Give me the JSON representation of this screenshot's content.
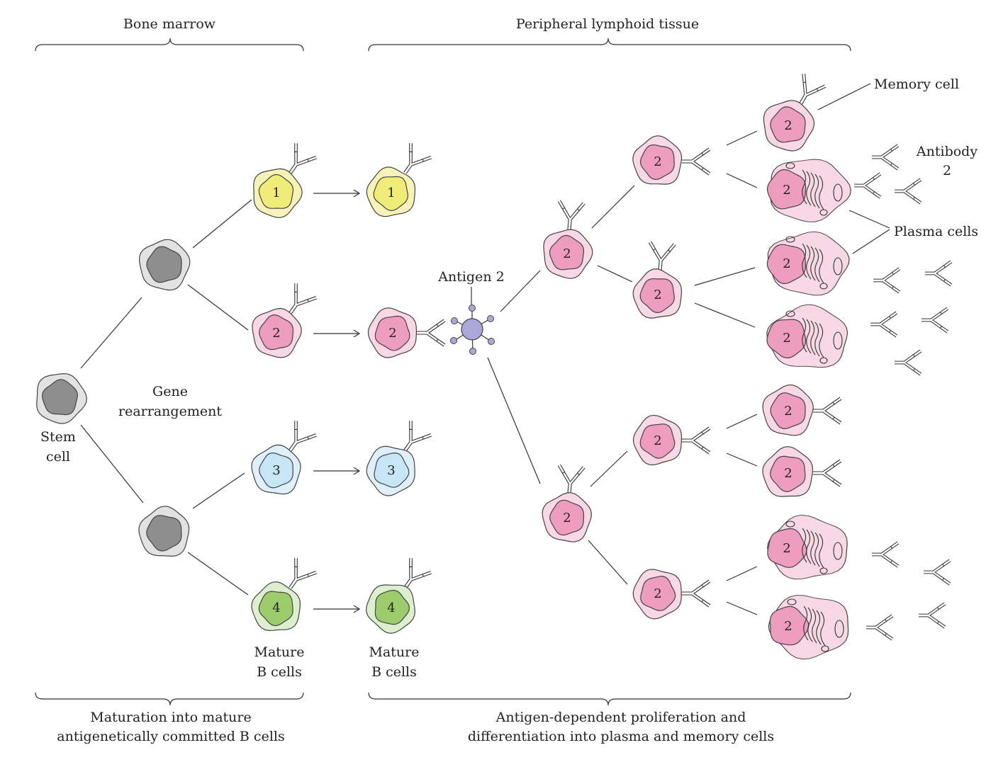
{
  "headers": {
    "top_left": "Bone marrow",
    "top_right": "Peripheral lymphoid tissue",
    "bottom_left_line1": "Maturation into mature",
    "bottom_left_line2": "antigenetically committed B cells",
    "bottom_right_line1": "Antigen-dependent proliferation and",
    "bottom_right_line2": "differentiation into plasma and memory cells"
  },
  "labels": {
    "stem_line1": "Stem",
    "stem_line2": "cell",
    "gene_line1": "Gene",
    "gene_line2": "rearrangement",
    "mature_line1": "Mature",
    "mature_line2": "B cells",
    "antigen": "Antigen 2",
    "memory": "Memory cell",
    "antibody_line1": "Antibody",
    "antibody_line2": "2",
    "plasma": "Plasma cells"
  },
  "cell_numbers": {
    "c1": "1",
    "c2": "2",
    "c3": "3",
    "c4": "4"
  },
  "colors": {
    "yellow_outer": "#f6f2b8",
    "yellow_inner": "#f0ec78",
    "pink_outer": "#f8d8e4",
    "pink_inner": "#ee9cc0",
    "blue_outer": "#dff0fa",
    "blue_inner": "#c6e6f6",
    "green_outer": "#dcefcf",
    "green_inner": "#9ccc6c",
    "gray_outer": "#e2e2e2",
    "gray_inner": "#8e8e8e",
    "antigen": "#aaa8d8"
  }
}
